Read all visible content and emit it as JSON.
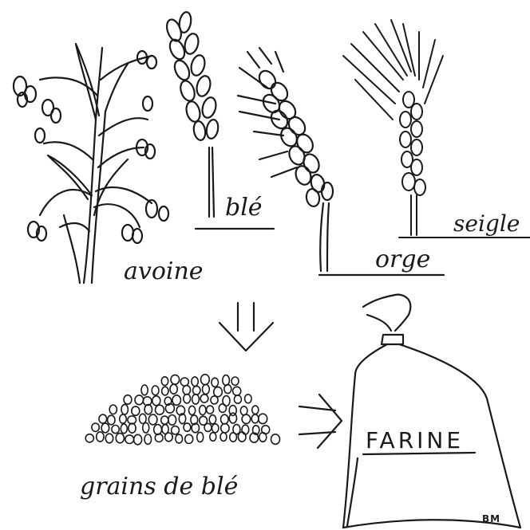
{
  "labels": {
    "avoine": "avoine",
    "ble": "blé",
    "orge": "orge",
    "seigle": "seigle",
    "grains": "grains de blé",
    "farine": "FARINE",
    "signature": "BM"
  },
  "colors": {
    "ink": "#1a1a1a",
    "paper": "#ffffff"
  }
}
